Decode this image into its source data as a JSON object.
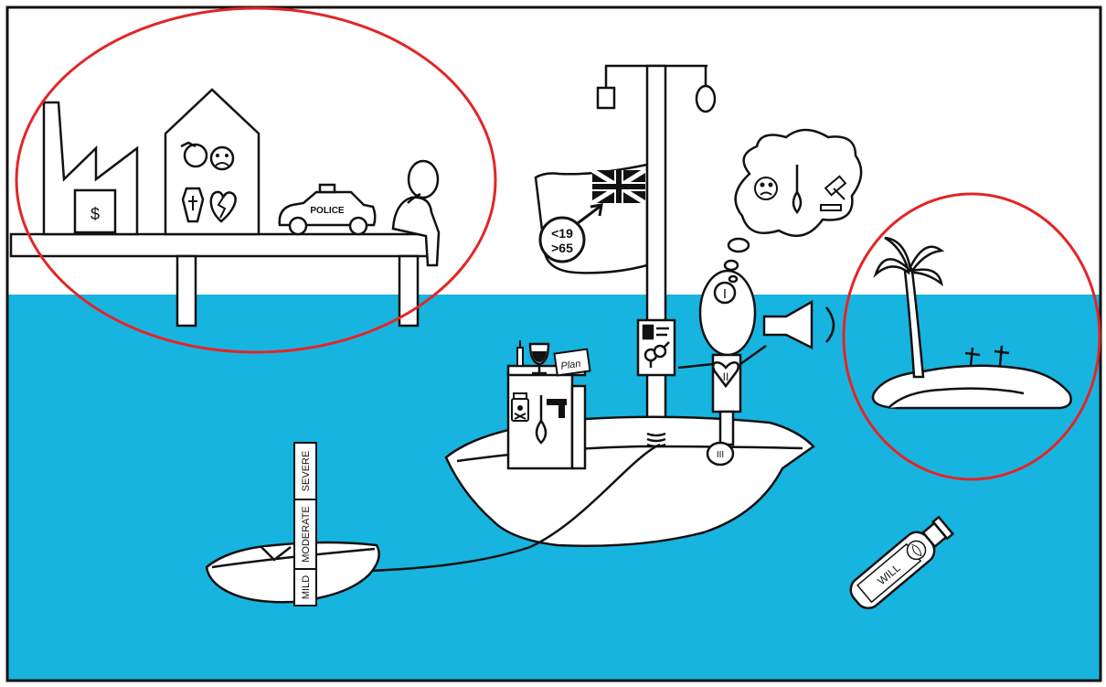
{
  "labels": {
    "dollar": "$",
    "police": "POLICE",
    "age_line1": "<19",
    "age_line2": ">65",
    "plan": "Plan",
    "severe": "SEVERE",
    "moderate": "MODERATE",
    "mild": "MILD",
    "will": "WILL",
    "numeral_one": "I",
    "numeral_two": "II",
    "numeral_three": "III"
  },
  "icons": {
    "sad_face": "☹",
    "heartbreak": "💔",
    "cross": "✝",
    "gavel": "⚖"
  },
  "colors": {
    "sea": "#18B4E0",
    "sky": "#FFFFFF",
    "highlight_circle": "#E32526",
    "outline": "#111111"
  }
}
